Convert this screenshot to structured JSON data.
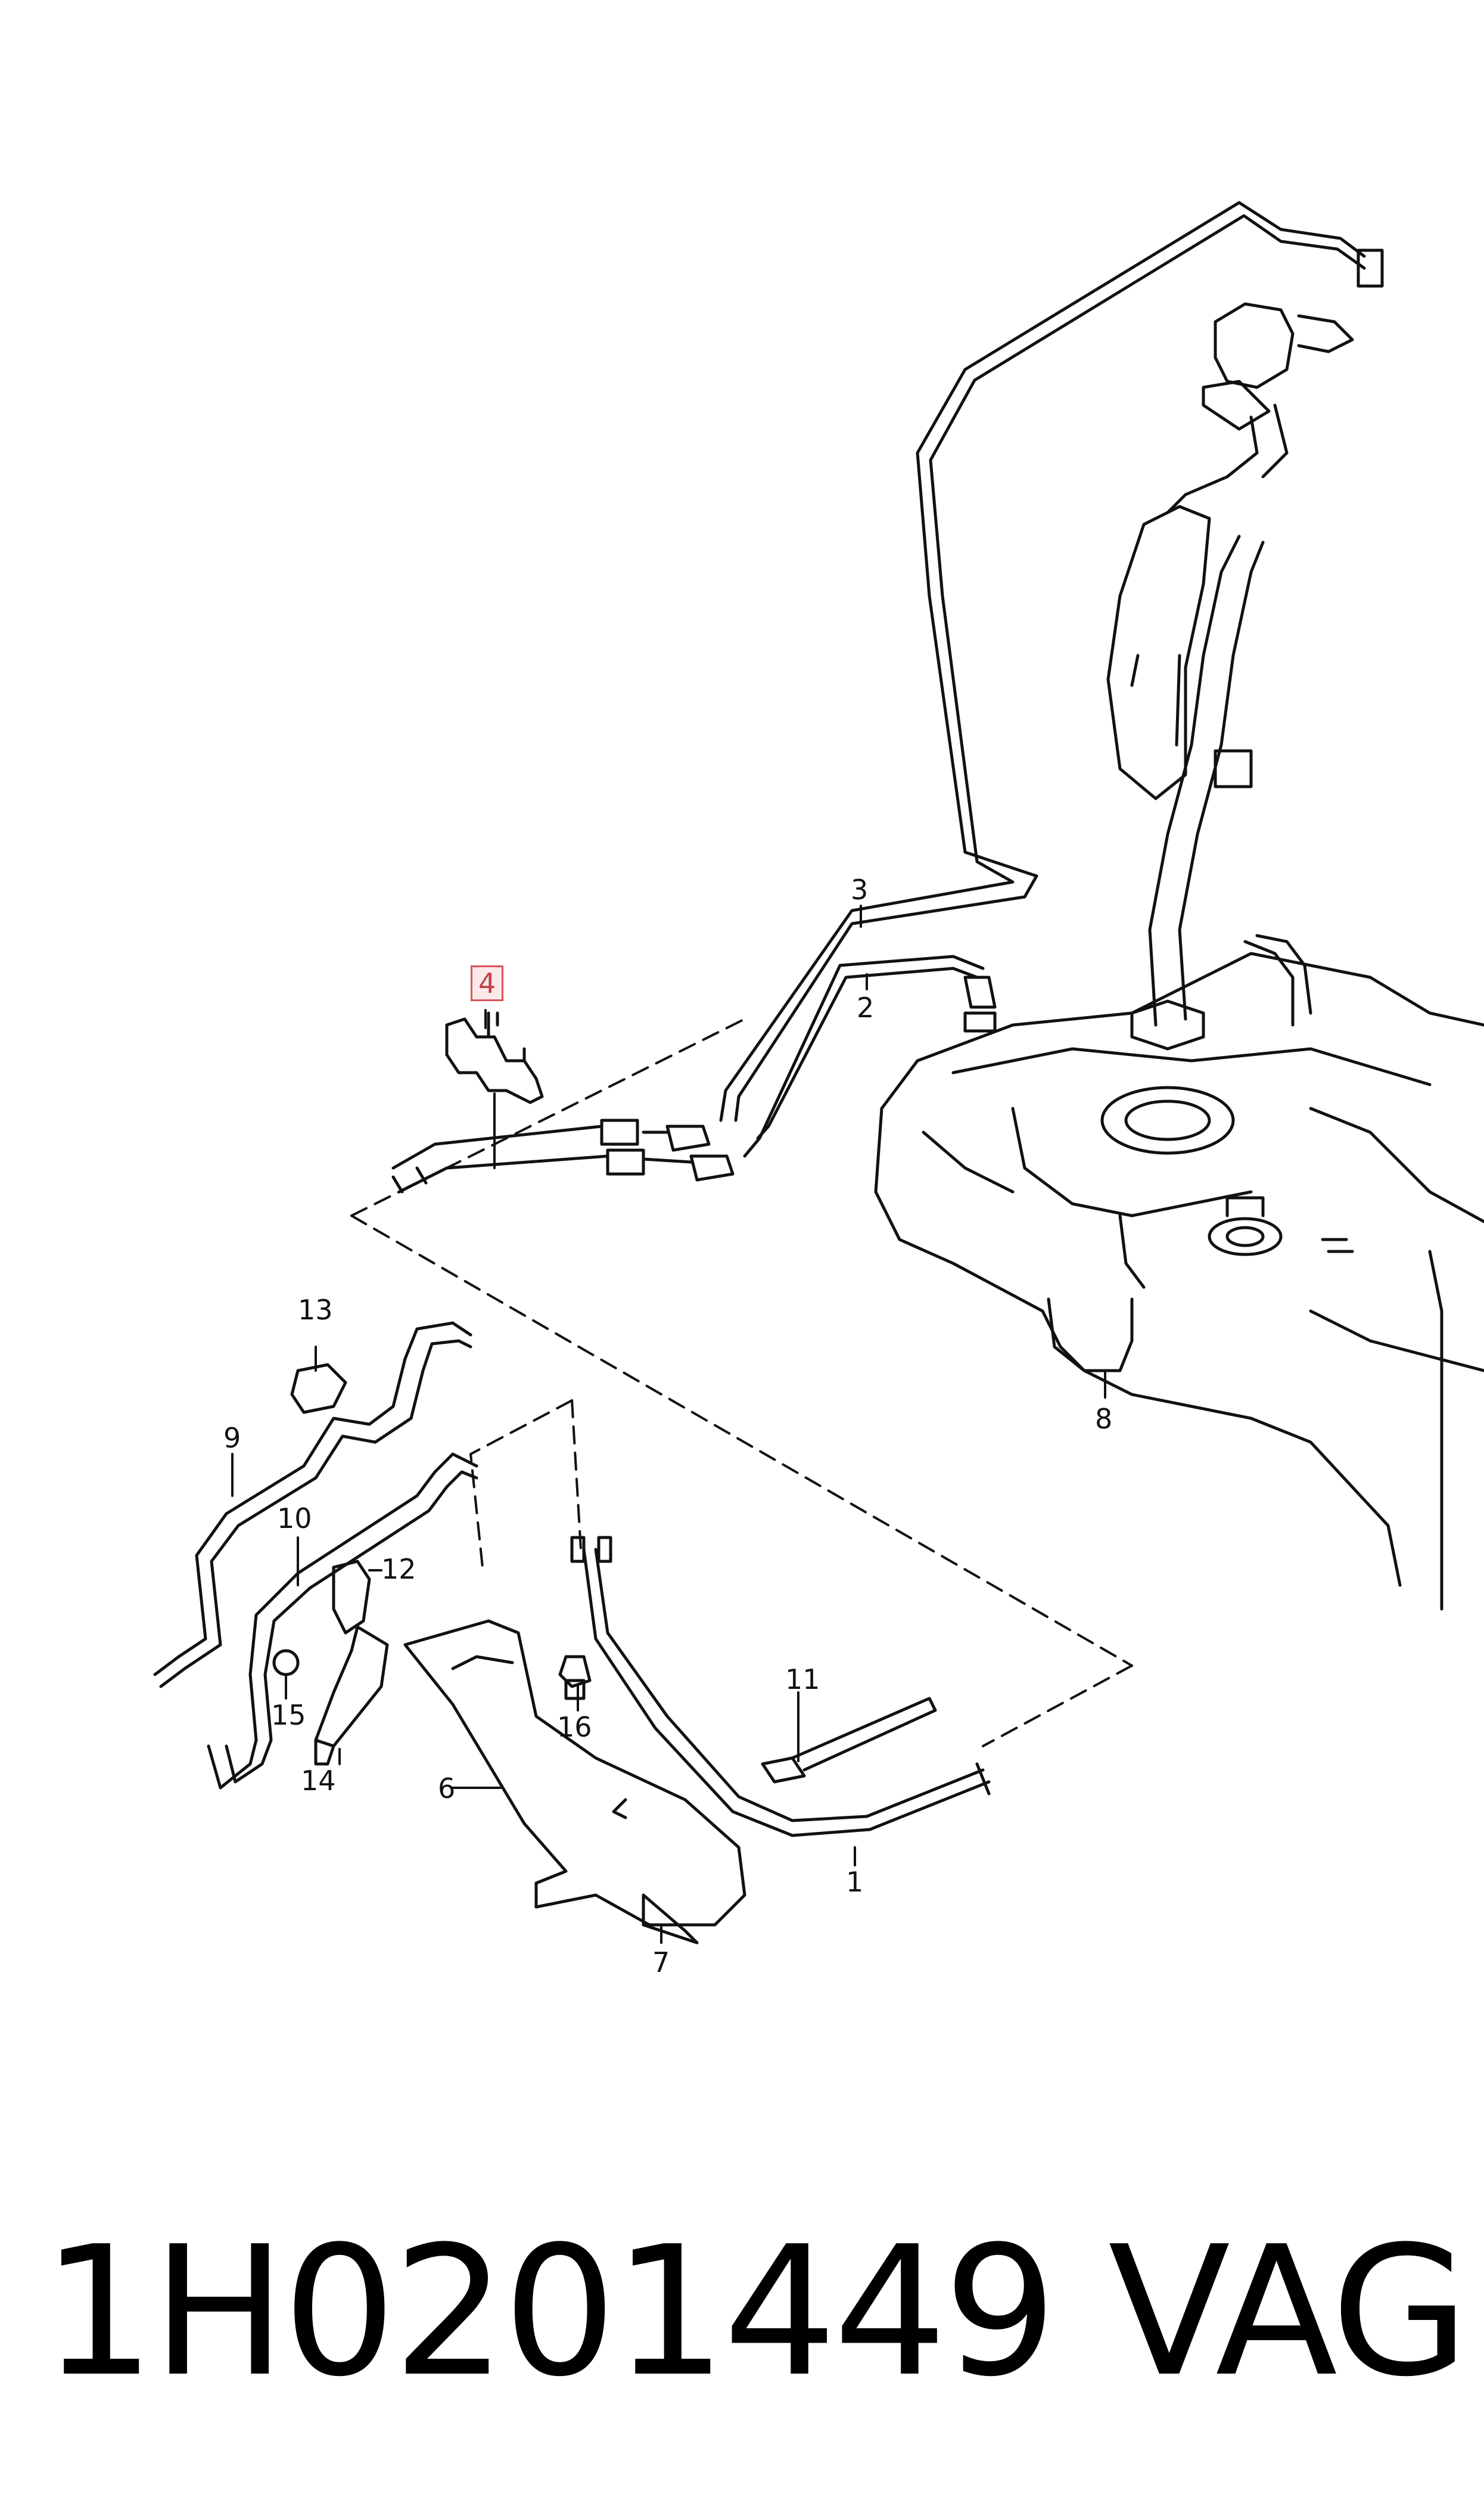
{
  "labels": {
    "l1": "1",
    "l2": "2",
    "l3": "3",
    "l4": "4",
    "l6": "6",
    "l7": "7",
    "l8": "8",
    "l9": "9",
    "l10": "10",
    "l11": "11",
    "l12": "12",
    "l13": "13",
    "l14": "14",
    "l15": "15",
    "l16": "16"
  },
  "footer": {
    "part_number": "1H0201449",
    "brand": "VAG"
  },
  "colors": {
    "line": "#111111",
    "highlight_border": "#d9545b",
    "highlight_fill": "#fbe9ea"
  }
}
